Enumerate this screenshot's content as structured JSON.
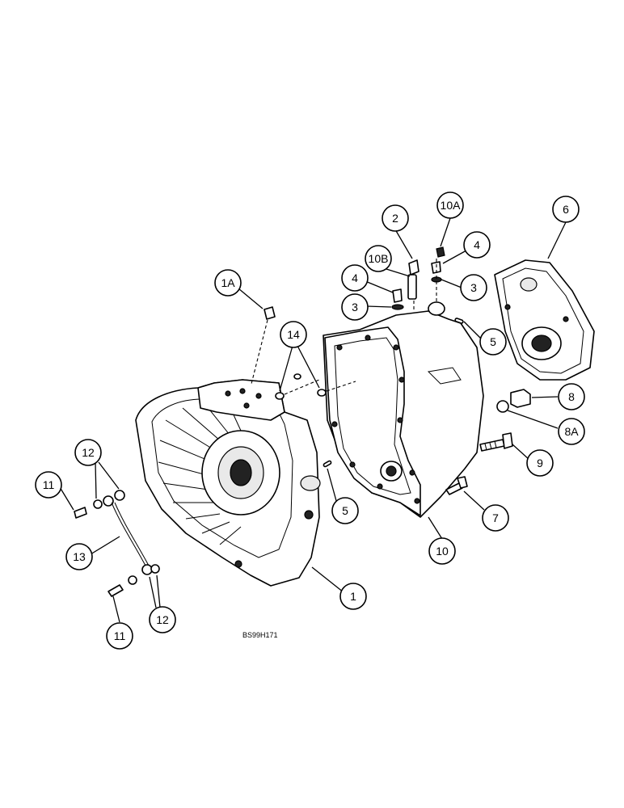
{
  "figure_code": "BS99H171",
  "callouts": [
    {
      "id": "c1",
      "label": "1"
    },
    {
      "id": "c1a",
      "label": "1A"
    },
    {
      "id": "c2",
      "label": "2"
    },
    {
      "id": "c3a",
      "label": "3"
    },
    {
      "id": "c3b",
      "label": "3"
    },
    {
      "id": "c4a",
      "label": "4"
    },
    {
      "id": "c4b",
      "label": "4"
    },
    {
      "id": "c5a",
      "label": "5"
    },
    {
      "id": "c5b",
      "label": "5"
    },
    {
      "id": "c6",
      "label": "6"
    },
    {
      "id": "c7",
      "label": "7"
    },
    {
      "id": "c8",
      "label": "8"
    },
    {
      "id": "c8a",
      "label": "8A"
    },
    {
      "id": "c9",
      "label": "9"
    },
    {
      "id": "c10",
      "label": "10"
    },
    {
      "id": "c10a",
      "label": "10A"
    },
    {
      "id": "c10b",
      "label": "10B"
    },
    {
      "id": "c11a",
      "label": "11"
    },
    {
      "id": "c11b",
      "label": "11"
    },
    {
      "id": "c12a",
      "label": "12"
    },
    {
      "id": "c12b",
      "label": "12"
    },
    {
      "id": "c13",
      "label": "13"
    },
    {
      "id": "c14",
      "label": "14"
    }
  ]
}
